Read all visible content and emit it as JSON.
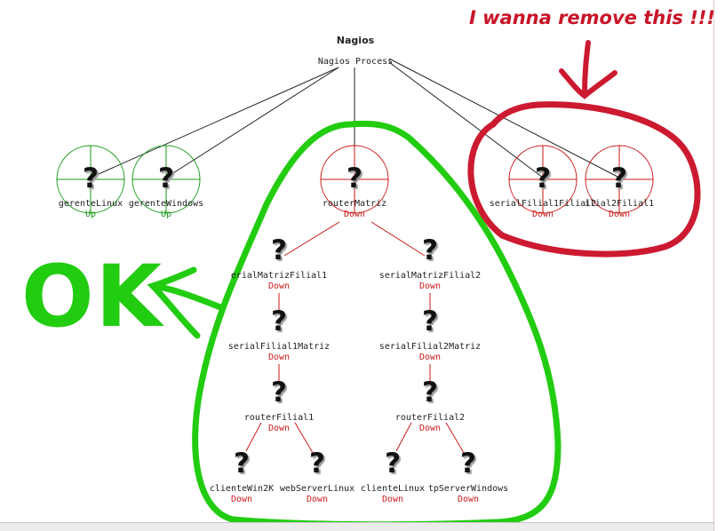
{
  "root": {
    "title": "Nagios",
    "subtitle": "Nagios Process"
  },
  "annotation_top": "I wanna remove this !!!!",
  "annotation_ok": "OK",
  "colors": {
    "up": "#1a9a1a",
    "down": "#cc1a1a",
    "annotation_red": "#c81428",
    "annotation_green": "#22cc11"
  },
  "icon": "question-mark-icon",
  "hosts": [
    {
      "id": "gerenteLinux",
      "name": "gerenteLinux",
      "status": "Up",
      "state": "up"
    },
    {
      "id": "gerenteWindows",
      "name": "gerenteWindows",
      "status": "Up",
      "state": "up"
    },
    {
      "id": "routerMatriz",
      "name": "routerMatriz",
      "status": "Down",
      "state": "down"
    },
    {
      "id": "serialFilial1Filial2",
      "name": "serialFilial1Filial2",
      "status": "Down",
      "state": "down"
    },
    {
      "id": "serialFilial2Filial1",
      "name": "ilial2Filial1",
      "status": "Down",
      "state": "down"
    },
    {
      "id": "serialMatrizFilial1",
      "name": "erialMatrizFilial1",
      "status": "Down",
      "state": "down"
    },
    {
      "id": "serialMatrizFilial2",
      "name": "serialMatrizFilial2",
      "status": "Down",
      "state": "down"
    },
    {
      "id": "serialFilial1Matriz",
      "name": "serialFilial1Matriz",
      "status": "Down",
      "state": "down"
    },
    {
      "id": "serialFilial2Matriz",
      "name": "serialFilial2Matriz",
      "status": "Down",
      "state": "down"
    },
    {
      "id": "routerFilial1",
      "name": "routerFilial1",
      "status": "Down",
      "state": "down"
    },
    {
      "id": "routerFilial2",
      "name": "routerFilial2",
      "status": "Down",
      "state": "down"
    },
    {
      "id": "clienteWin2K",
      "name": "clienteWin2K",
      "status": "Down",
      "state": "down"
    },
    {
      "id": "webServerLinux",
      "name": "webServerLinux",
      "status": "Down",
      "state": "down"
    },
    {
      "id": "clienteLinux",
      "name": "clienteLinux",
      "status": "Down",
      "state": "down"
    },
    {
      "id": "ftpServerWindows",
      "name": "tpServerWindows",
      "status": "Down",
      "state": "down"
    }
  ]
}
